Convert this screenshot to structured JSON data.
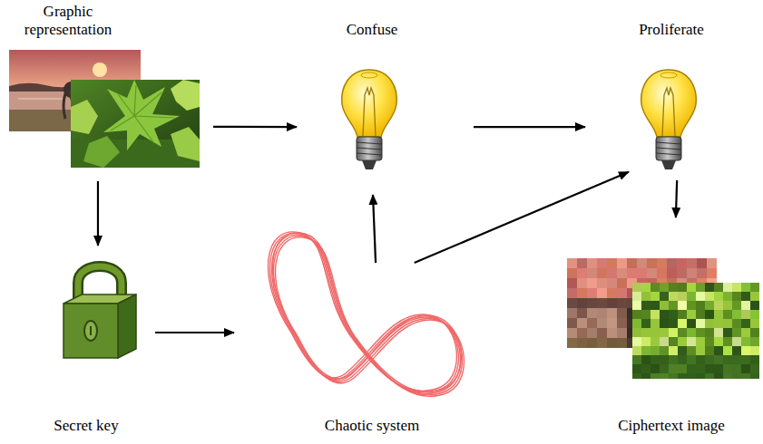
{
  "diagram": {
    "nodes": [
      {
        "text": [
          "Graphic representation"
        ]
      },
      {
        "text": [
          "Confuse"
        ]
      },
      {
        "text": [
          "Proliferate"
        ]
      },
      {
        "text": [
          "Secret key"
        ]
      },
      {
        "text": [
          "Chaotic system"
        ]
      },
      {
        "text": [
          "Ciphertext image"
        ]
      }
    ],
    "edges": [
      {
        "from": 0,
        "to": 1,
        "arrow": "to"
      },
      {
        "from": 1,
        "to": 2,
        "arrow": "to"
      },
      {
        "from": 0,
        "to": 3,
        "arrow": "to"
      },
      {
        "from": 3,
        "to": 4,
        "arrow": "to"
      },
      {
        "from": 4,
        "to": 1,
        "arrow": "to"
      },
      {
        "from": 4,
        "to": 2,
        "arrow": "to"
      },
      {
        "from": 2,
        "to": 5,
        "arrow": "to"
      }
    ]
  }
}
